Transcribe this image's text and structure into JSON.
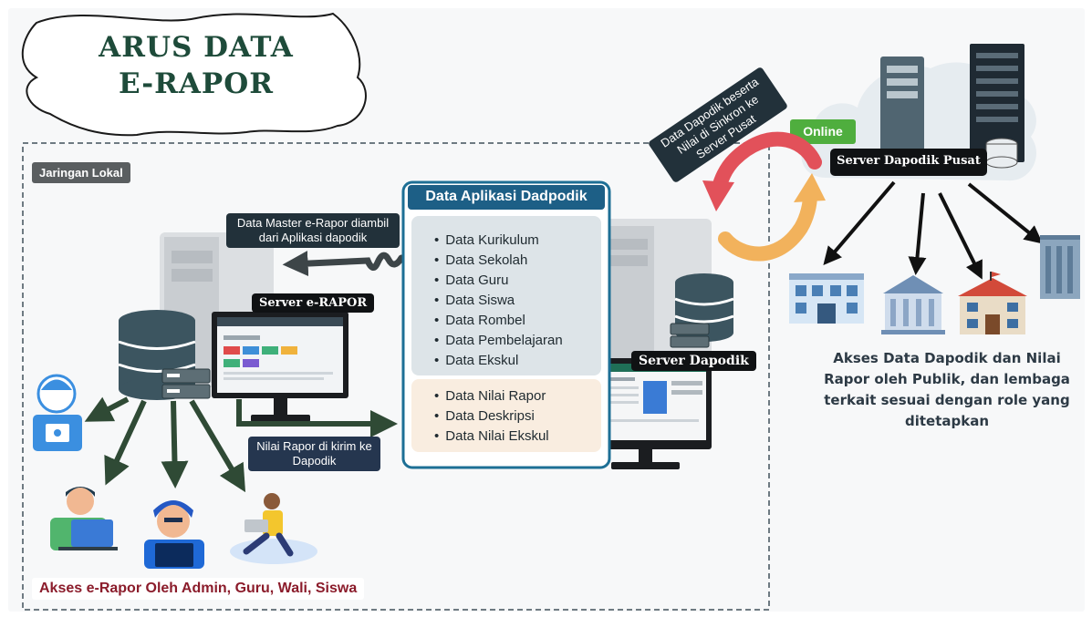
{
  "title": {
    "line1": "ARUS DATA",
    "line2": "E-RAPOR"
  },
  "local_network_label": "Jaringan Lokal",
  "app_box": {
    "header": "Data Aplikasi Dadpodik",
    "master_items": [
      "Data Kurikulum",
      "Data Sekolah",
      "Data Guru",
      "Data Siswa",
      "Data Rombel",
      "Data Pembelajaran",
      "Data Ekskul"
    ],
    "report_items": [
      "Data Nilai Rapor",
      "Data Deskripsi",
      "Data Nilai Ekskul"
    ]
  },
  "callouts": {
    "master_line1": "Data Master e-Rapor diambil",
    "master_line2": "dari Aplikasi dapodik",
    "send_line1": "Nilai Rapor di kirim ke",
    "send_line2": "Dapodik",
    "sync_line1": "Data Dapodik beserta",
    "sync_line2": "Nilai di Sinkron ke",
    "sync_line3": "Server Pusat"
  },
  "servers": {
    "erapor": "Server e-RAPOR",
    "dapodik": "Server Dapodik",
    "central": "Server Dapodik Pusat"
  },
  "online_badge": "Online",
  "footer_local": "Akses e-Rapor Oleh Admin, Guru, Wali, Siswa",
  "public_access": {
    "line1": "Akses Data Dapodik dan Nilai",
    "line2": "Rapor oleh Publik, dan lembaga",
    "line3": "terkait sesuai dengan role yang",
    "line4": "ditetapkan"
  },
  "colors": {
    "dark_green": "#2f4a35",
    "app_border": "#1d6f95",
    "online_green": "#4fae3e",
    "footer_red": "#8b1c2b",
    "sync_red": "#e2515a",
    "sync_orange": "#f2b25c"
  }
}
